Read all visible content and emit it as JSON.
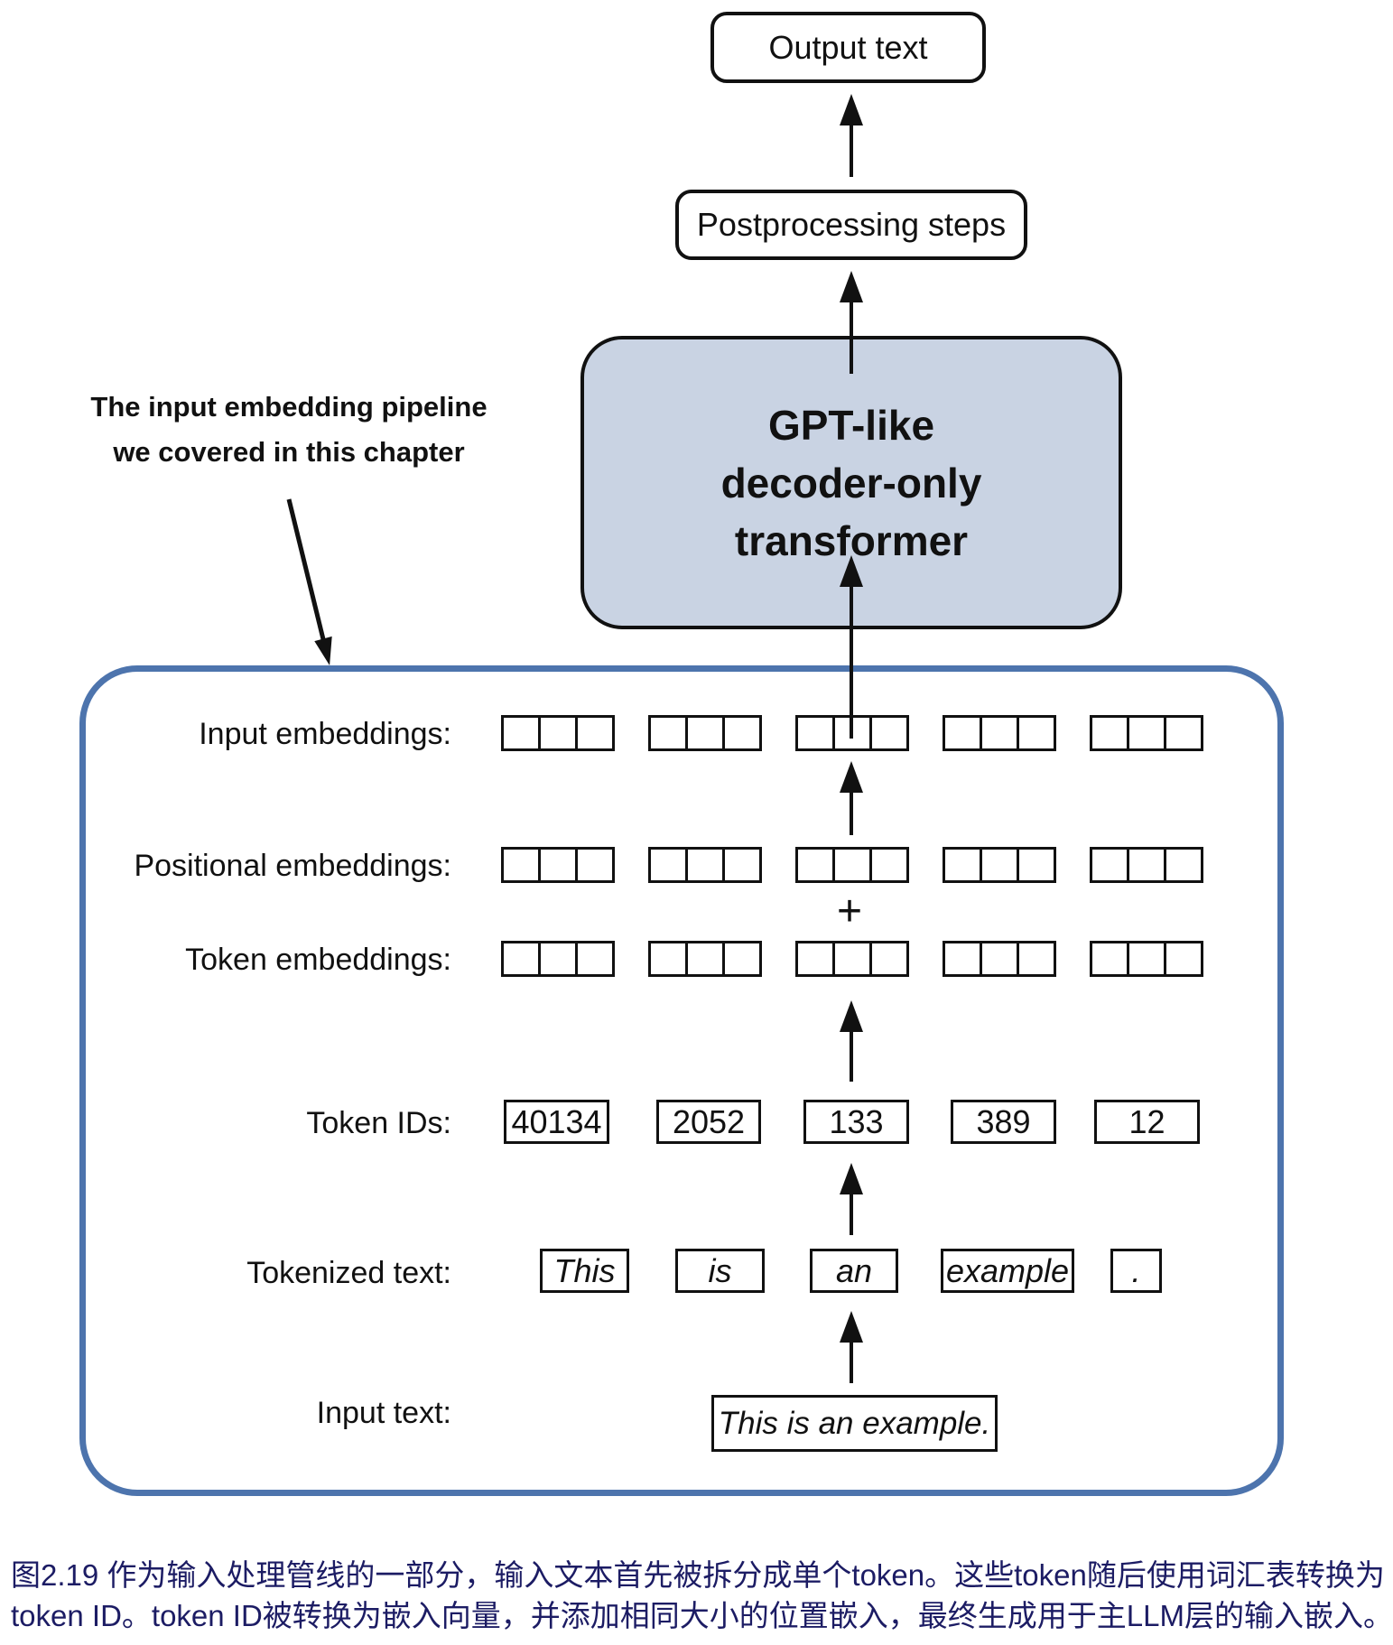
{
  "flow": {
    "output_text": "Output text",
    "postprocessing": "Postprocessing steps",
    "transformer": {
      "lines": [
        "GPT-like",
        "decoder-only",
        "transformer"
      ]
    }
  },
  "annotation": {
    "line1": "The input embedding pipeline",
    "line2": "we covered in this chapter"
  },
  "pipeline": {
    "labels": {
      "input_embeddings": "Input embeddings:",
      "positional_embeddings": "Positional embeddings:",
      "token_embeddings": "Token embeddings:",
      "token_ids": "Token IDs:",
      "tokenized_text": "Tokenized text:",
      "input_text": "Input text:"
    },
    "plus_sign": "+",
    "token_ids": [
      "40134",
      "2052",
      "133",
      "389",
      "12"
    ],
    "tokens": [
      "This",
      "is",
      "an",
      "example",
      "."
    ],
    "input_text": "This is an example.",
    "embedding_groups_per_row": 5,
    "cells_per_group": 3
  },
  "caption": {
    "line1": "图2.19 作为输入处理管线的一部分，输入文本首先被拆分成单个token。这些token随后使用词汇表转换为",
    "line2": "token ID。token ID被转换为嵌入向量，并添加相同大小的位置嵌入，最终生成用于主LLM层的输入嵌入。"
  },
  "colors": {
    "transformer_fill": "#c9d3e3",
    "panel_border": "#4d74ad",
    "caption_text": "#1c1c64",
    "line_color": "#111111"
  }
}
